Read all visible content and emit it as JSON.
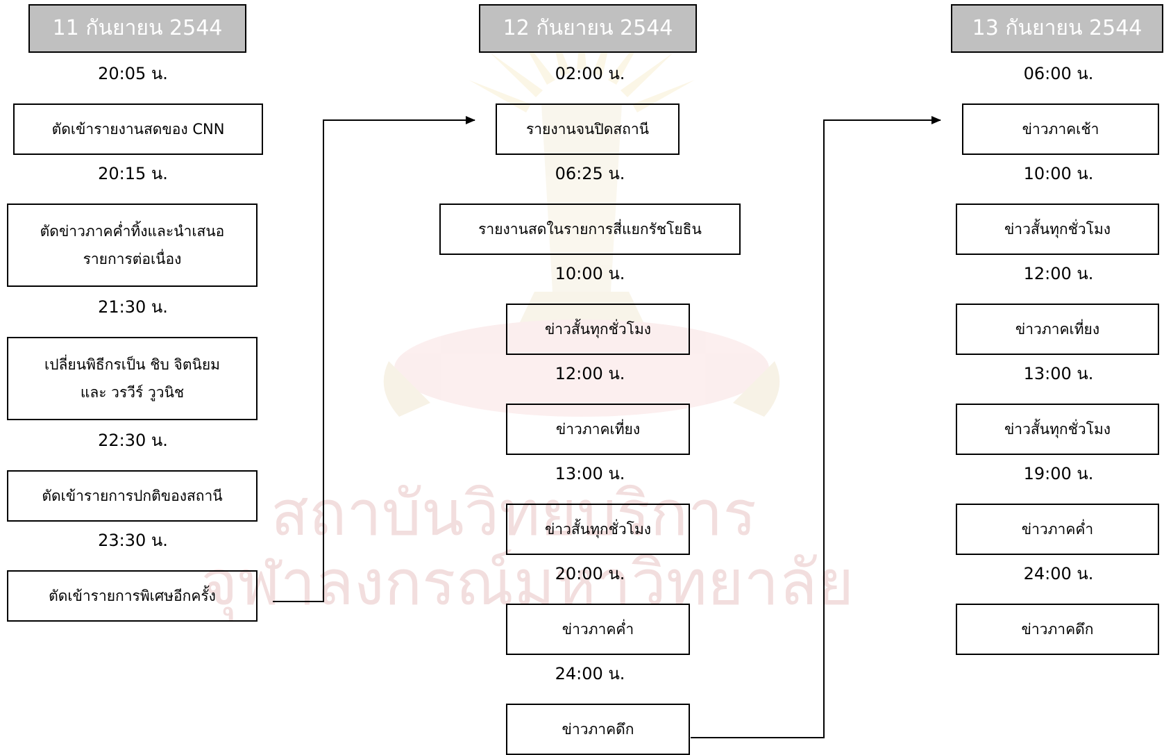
{
  "watermark": {
    "line1": "สถาบันวิทยบริการ",
    "line2": "จุฬาลงกรณ์มหาวิทยาลัย"
  },
  "days": [
    {
      "date": "11 กันยายน 2544",
      "events": [
        {
          "time": "20:05 น.",
          "label": "ตัดเข้ารายงานสดของ CNN"
        },
        {
          "time": "20:15 น.",
          "label": "ตัดข่าวภาคค่ำทิ้งและนำเสนอ\nรายการต่อเนื่อง"
        },
        {
          "time": "21:30 น.",
          "label": "เปลี่ยนพิธีกรเป็น ชิบ จิตนิยม\nและ วรวีร์ วูวนิช"
        },
        {
          "time": "22:30 น.",
          "label": "ตัดเข้ารายการปกติของสถานี"
        },
        {
          "time": "23:30 น.",
          "label": "ตัดเข้ารายการพิเศษอีกครั้ง"
        }
      ]
    },
    {
      "date": "12 กันยายน 2544",
      "events": [
        {
          "time": "02:00 น.",
          "label": "รายงานจนปิดสถานี"
        },
        {
          "time": "06:25 น.",
          "label": "รายงานสดในรายการสี่แยกรัชโยธิน"
        },
        {
          "time": "10:00 น.",
          "label": "ข่าวสั้นทุกชั่วโมง"
        },
        {
          "time": "12:00 น.",
          "label": "ข่าวภาคเที่ยง"
        },
        {
          "time": "13:00 น.",
          "label": "ข่าวสั้นทุกชั่วโมง"
        },
        {
          "time": "20:00 น.",
          "label": "ข่าวภาคค่ำ"
        },
        {
          "time": "24:00 น.",
          "label": "ข่าวภาคดึก"
        }
      ]
    },
    {
      "date": "13 กันยายน 2544",
      "events": [
        {
          "time": "06:00 น.",
          "label": "ข่าวภาคเช้า"
        },
        {
          "time": "10:00 น.",
          "label": "ข่าวสั้นทุกชั่วโมง"
        },
        {
          "time": "12:00 น.",
          "label": "ข่าวภาคเที่ยง"
        },
        {
          "time": "13:00 น.",
          "label": "ข่าวสั้นทุกชั่วโมง"
        },
        {
          "time": "19:00 น.",
          "label": "ข่าวภาคค่ำ"
        },
        {
          "time": "24:00 น.",
          "label": "ข่าวภาคดึก"
        }
      ]
    }
  ]
}
